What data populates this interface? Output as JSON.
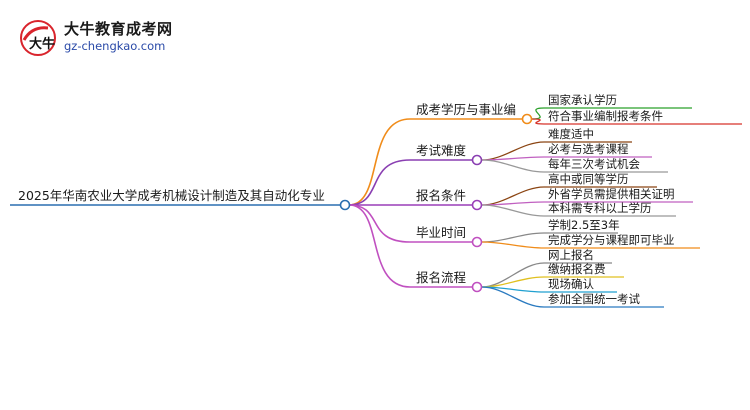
{
  "logo": {
    "title": "大牛教育成考网",
    "url": "gz-chengkao.com",
    "mark_text": "大牛"
  },
  "root": {
    "label": "2025年华南农业大学成考机械设计制造及其自动化专业"
  },
  "branches": [
    {
      "label": "成考学历与事业编",
      "color": "#f08c1a",
      "children": [
        "国家承认学历",
        "符合事业编制报考条件"
      ],
      "child_colors": [
        "#2aa02a",
        "#d6332a"
      ]
    },
    {
      "label": "考试难度",
      "color": "#8a3fb2",
      "children": [
        "难度适中",
        "必考与选考课程",
        "每年三次考试机会"
      ],
      "child_colors": [
        "#8b4513",
        "#c060c0",
        "#999999"
      ]
    },
    {
      "label": "报名条件",
      "color": "#9a3fb8",
      "children": [
        "高中或同等学历",
        "外省学员需提供相关证明",
        "本科需专科以上学历"
      ],
      "child_colors": [
        "#8b4513",
        "#c060c0",
        "#999999"
      ]
    },
    {
      "label": "毕业时间",
      "color": "#c050c0",
      "children": [
        "学制2.5至3年",
        "完成学分与课程即可毕业"
      ],
      "child_colors": [
        "#888888",
        "#f08c1a"
      ]
    },
    {
      "label": "报名流程",
      "color": "#c050c0",
      "children": [
        "网上报名",
        "缴纳报名费",
        "现场确认",
        "参加全国统一考试"
      ],
      "child_colors": [
        "#888888",
        "#e0c020",
        "#20a0d0",
        "#2a7ac0"
      ]
    }
  ]
}
